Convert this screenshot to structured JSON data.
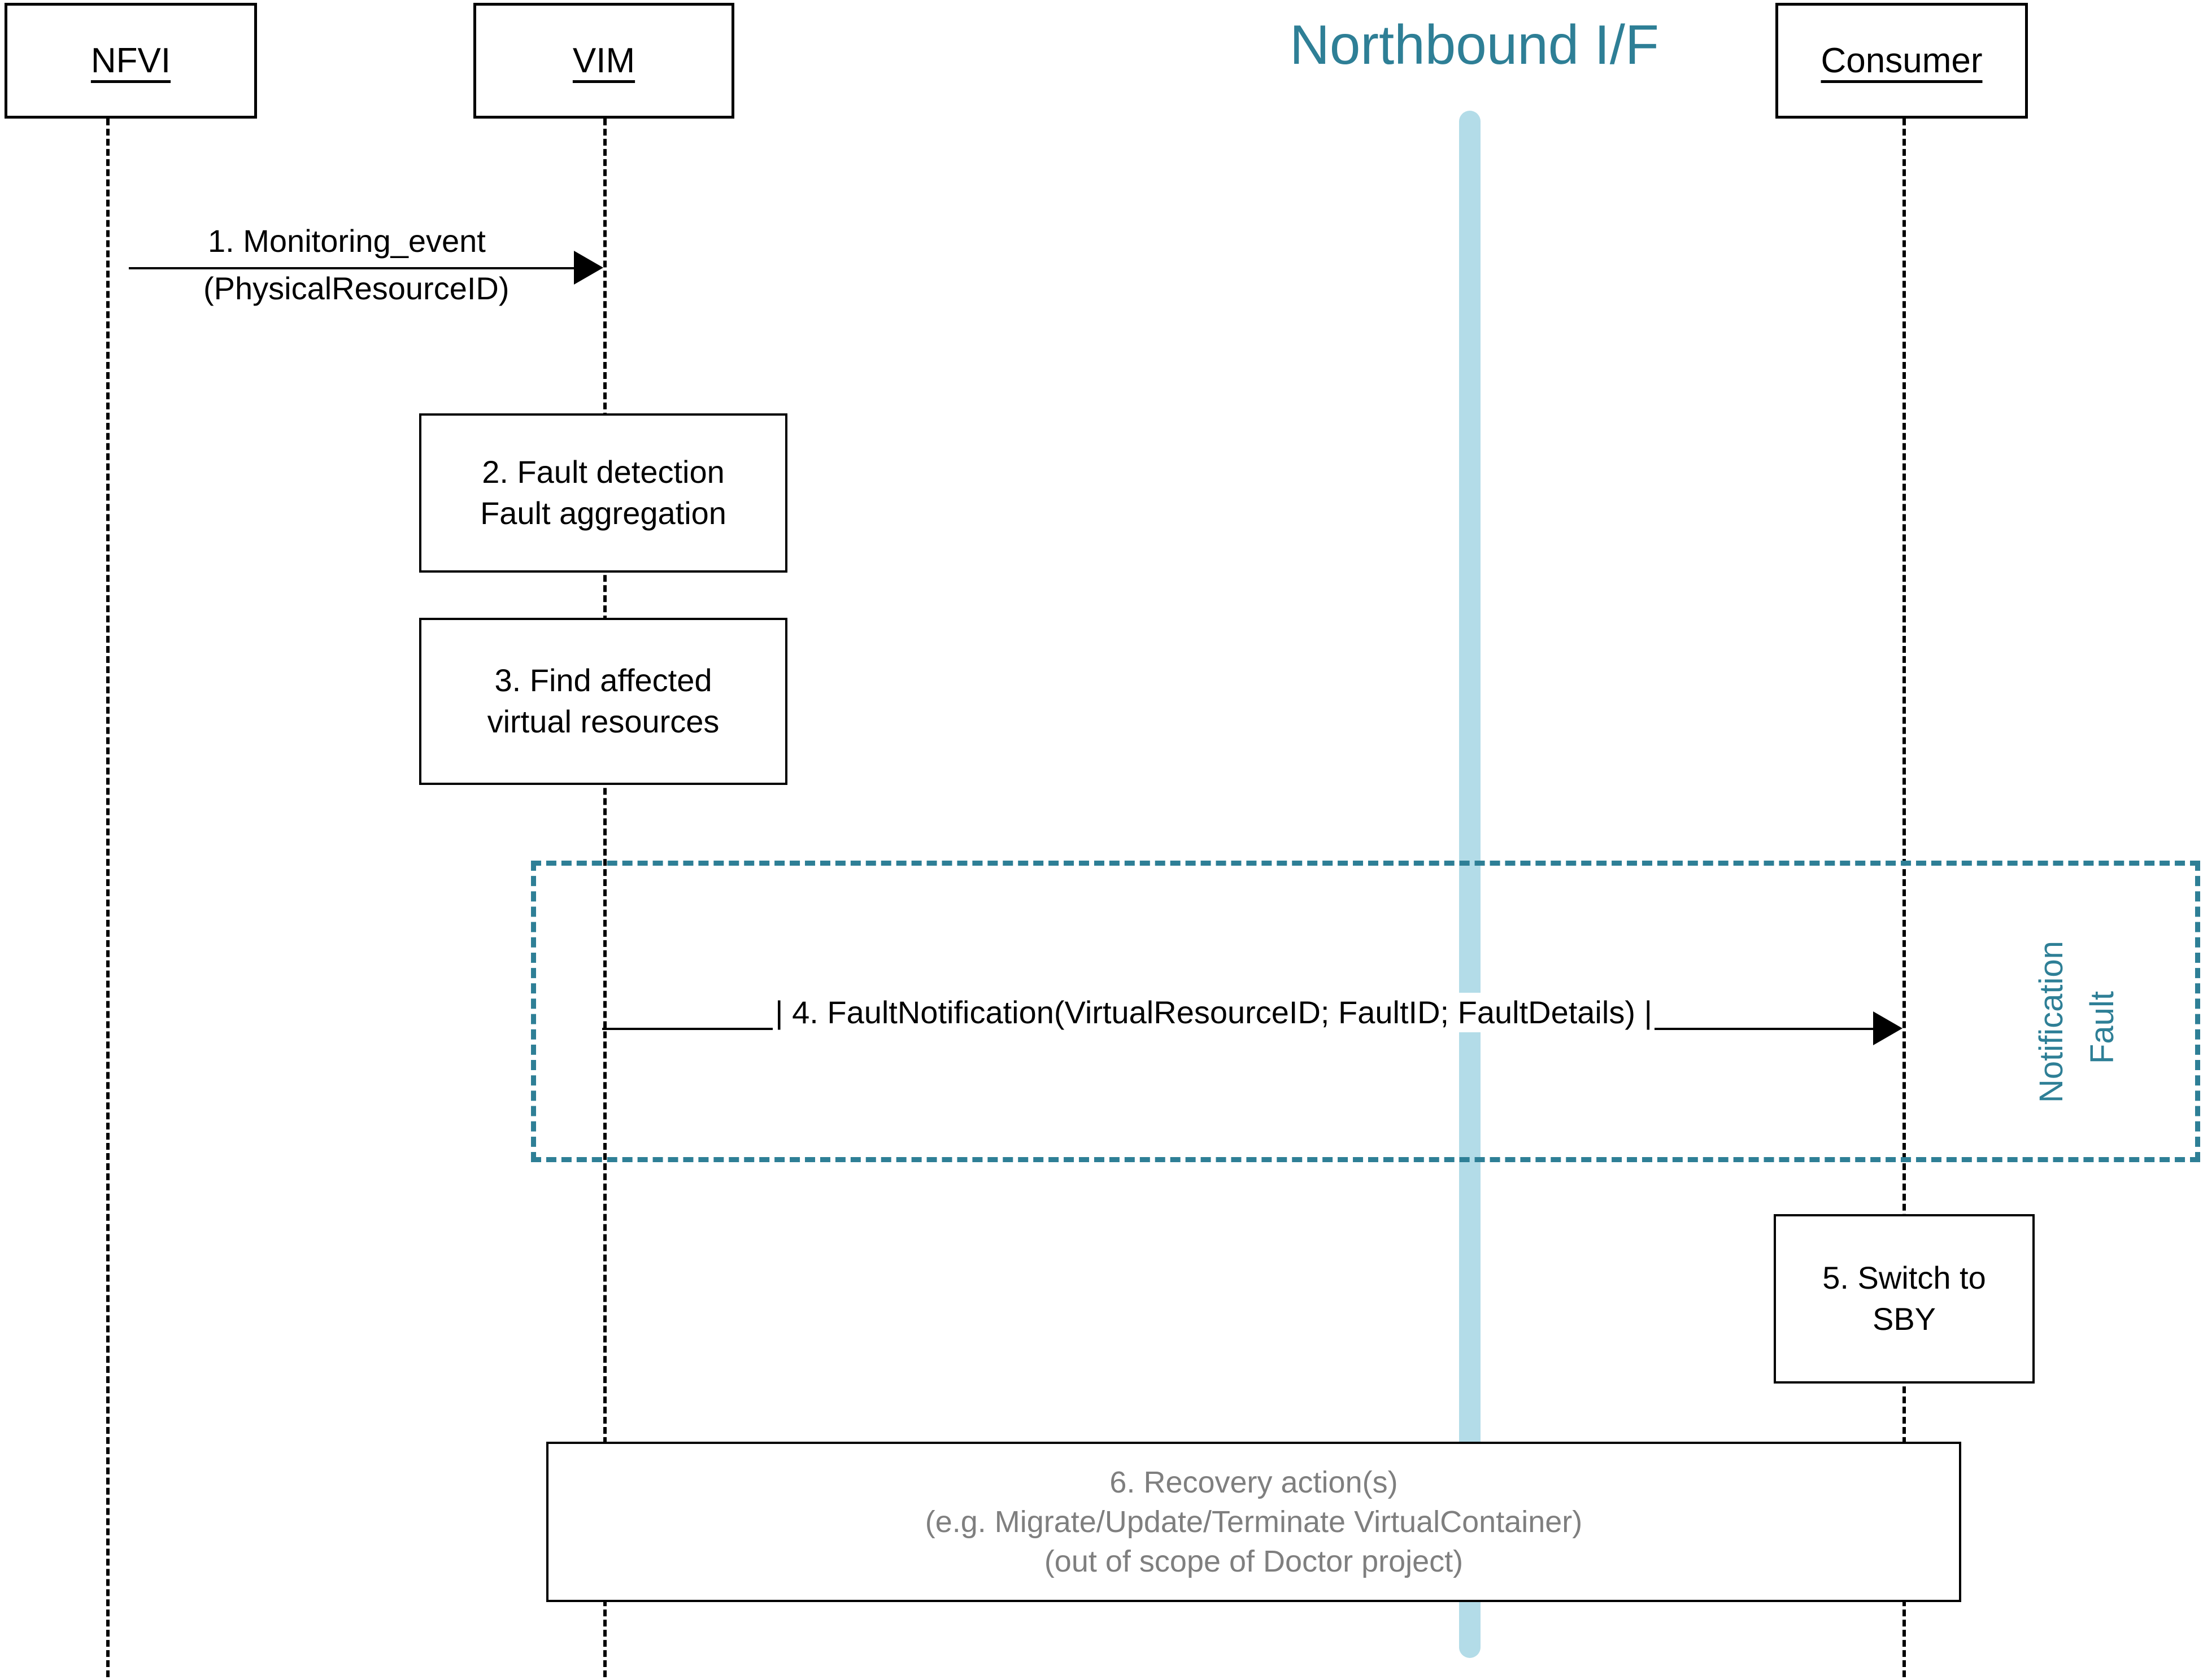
{
  "diagram": {
    "title": "Doctor fault management sequence",
    "colors": {
      "teal": "#2E7F96",
      "light_blue_bar": "#B3DCE8",
      "gray_text": "#7F7F7F",
      "black": "#000000"
    }
  },
  "participants": [
    {
      "id": "nfvi",
      "label": "NFVI"
    },
    {
      "id": "vim",
      "label": "VIM"
    },
    {
      "id": "consumer",
      "label": "Consumer"
    }
  ],
  "interface": {
    "label": "Northbound I/F"
  },
  "messages": [
    {
      "id": "msg1",
      "number": "1.",
      "line1": "1. Monitoring_event",
      "line2": "(PhysicalResourceID)",
      "from": "nfvi",
      "to": "vim"
    },
    {
      "id": "msg4",
      "number": "4.",
      "line1": "| 4. FaultNotification(VirtualResourceID; FaultID; FaultDetails) |",
      "from": "vim",
      "to": "consumer"
    }
  ],
  "process_boxes": [
    {
      "id": "step2",
      "on": "vim",
      "lines": [
        "2. Fault detection",
        "Fault aggregation"
      ]
    },
    {
      "id": "step3",
      "on": "vim",
      "lines": [
        "3. Find affected",
        "virtual resources"
      ]
    },
    {
      "id": "step5",
      "on": "consumer",
      "lines": [
        "5. Switch to",
        "SBY"
      ]
    },
    {
      "id": "step6",
      "on": "span",
      "lines": [
        "6. Recovery action(s)",
        "(e.g. Migrate/Update/Terminate VirtualContainer)",
        "(out of scope of Doctor project)"
      ]
    }
  ],
  "fragment": {
    "id": "fault-notification-fragment",
    "title_line1": "Fault",
    "title_line2": "Notification"
  }
}
